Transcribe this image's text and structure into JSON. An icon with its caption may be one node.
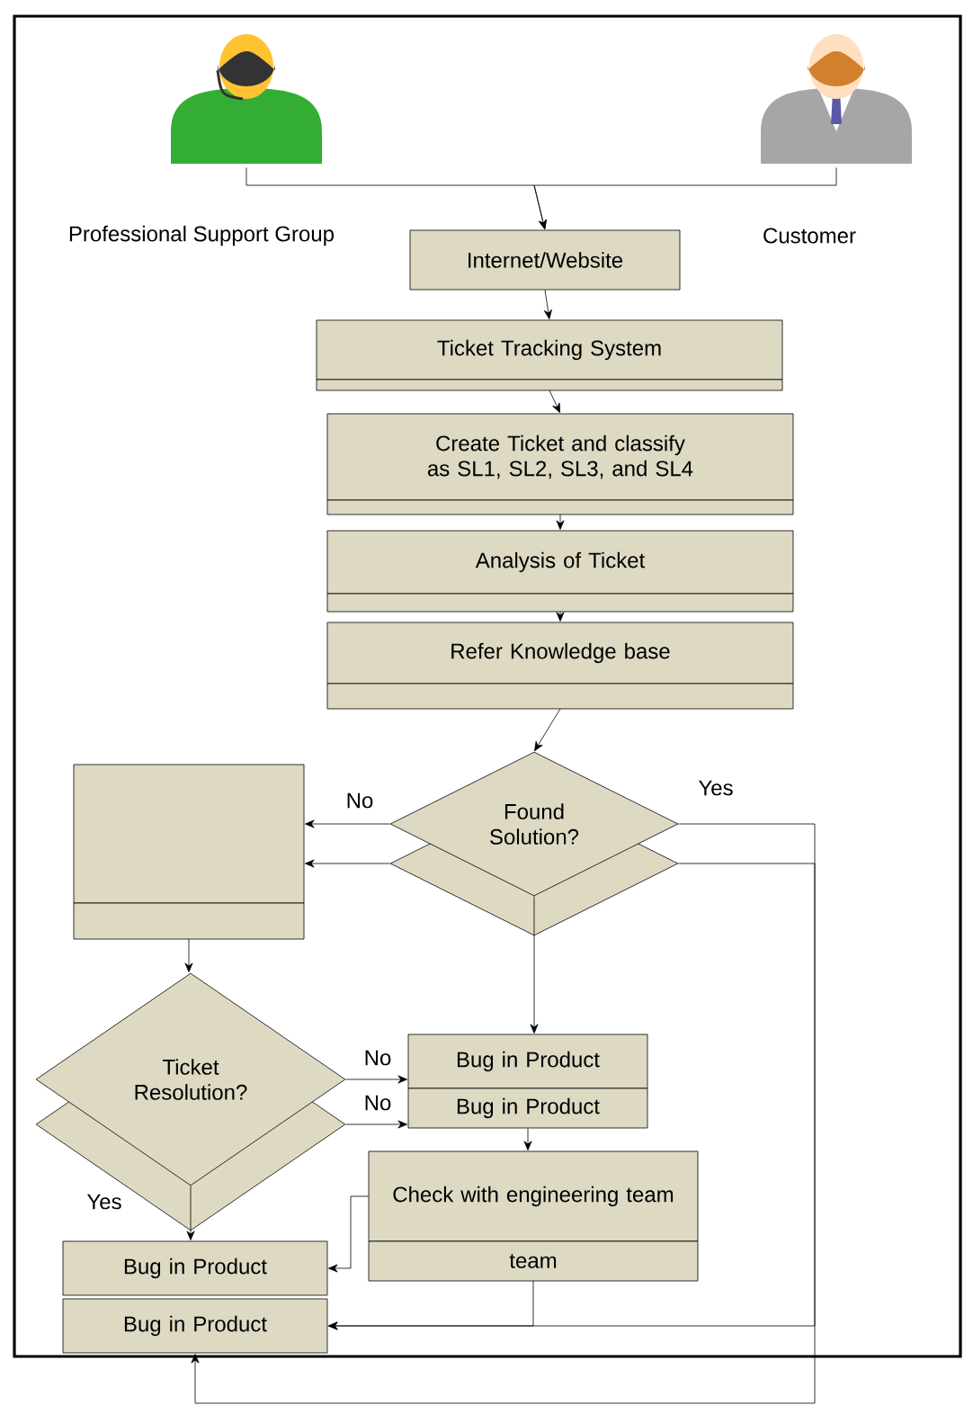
{
  "diagram": {
    "nodes": [
      {
        "text": [],
        "shape": "person",
        "beside": [
          "Professional Support Group"
        ]
      },
      {
        "text": [],
        "shape": "person",
        "beside": [
          "Customer"
        ]
      },
      {
        "text": [
          "Internet/Website"
        ]
      },
      {
        "text": [
          "Ticket Tracking System"
        ]
      },
      {
        "text": [
          "Create Ticket and classify as SL1, SL2, SL3, and SL4"
        ]
      },
      {
        "text": [
          "Analysis of Ticket"
        ]
      },
      {
        "text": [
          "Refer Knowledge base"
        ]
      },
      {
        "text": [
          "Found Solution?"
        ]
      },
      {
        "text": [],
        "shape": "box"
      },
      {
        "text": [
          "Ticket Resolution?"
        ]
      },
      {
        "text": [
          "Bug in Product"
        ]
      },
      {
        "text": [
          "Bug in Product"
        ]
      },
      {
        "text": [
          "Check with engineering team",
          "team"
        ]
      },
      {
        "text": [
          "Bug in Product"
        ]
      },
      {
        "text": [
          "Bug in Product"
        ]
      }
    ],
    "edges": [
      {
        "from": 0,
        "to": 2,
        "arrow": "to"
      },
      {
        "from": 1,
        "to": 2,
        "arrow": "to"
      },
      {
        "from": 2,
        "to": 3,
        "arrow": "to"
      },
      {
        "from": 3,
        "to": 4,
        "arrow": "to"
      },
      {
        "from": 4,
        "to": 5,
        "arrow": "to"
      },
      {
        "from": 5,
        "to": 6,
        "arrow": "to"
      },
      {
        "from": 6,
        "to": 7,
        "arrow": "to"
      },
      {
        "from": 7,
        "to": 8,
        "arrow": "to",
        "label": "No"
      },
      {
        "from": 7,
        "to": 8,
        "arrow": "to"
      },
      {
        "from": 7,
        "to": 10,
        "arrow": "to"
      },
      {
        "from": 7,
        "to": 14,
        "arrow": "to",
        "label": "Yes"
      },
      {
        "from": 7,
        "to": 14,
        "arrow": "to"
      },
      {
        "from": 8,
        "to": 9,
        "arrow": "to"
      },
      {
        "from": 9,
        "to": 10,
        "arrow": "to",
        "label": "No"
      },
      {
        "from": 9,
        "to": 11,
        "arrow": "to",
        "label": "No"
      },
      {
        "from": 9,
        "to": 13,
        "arrow": "to",
        "label": "Yes"
      },
      {
        "from": 11,
        "to": 12,
        "arrow": "to"
      },
      {
        "from": 12,
        "to": 13,
        "arrow": "to"
      },
      {
        "from": 12,
        "to": 14,
        "arrow": "to"
      }
    ]
  }
}
